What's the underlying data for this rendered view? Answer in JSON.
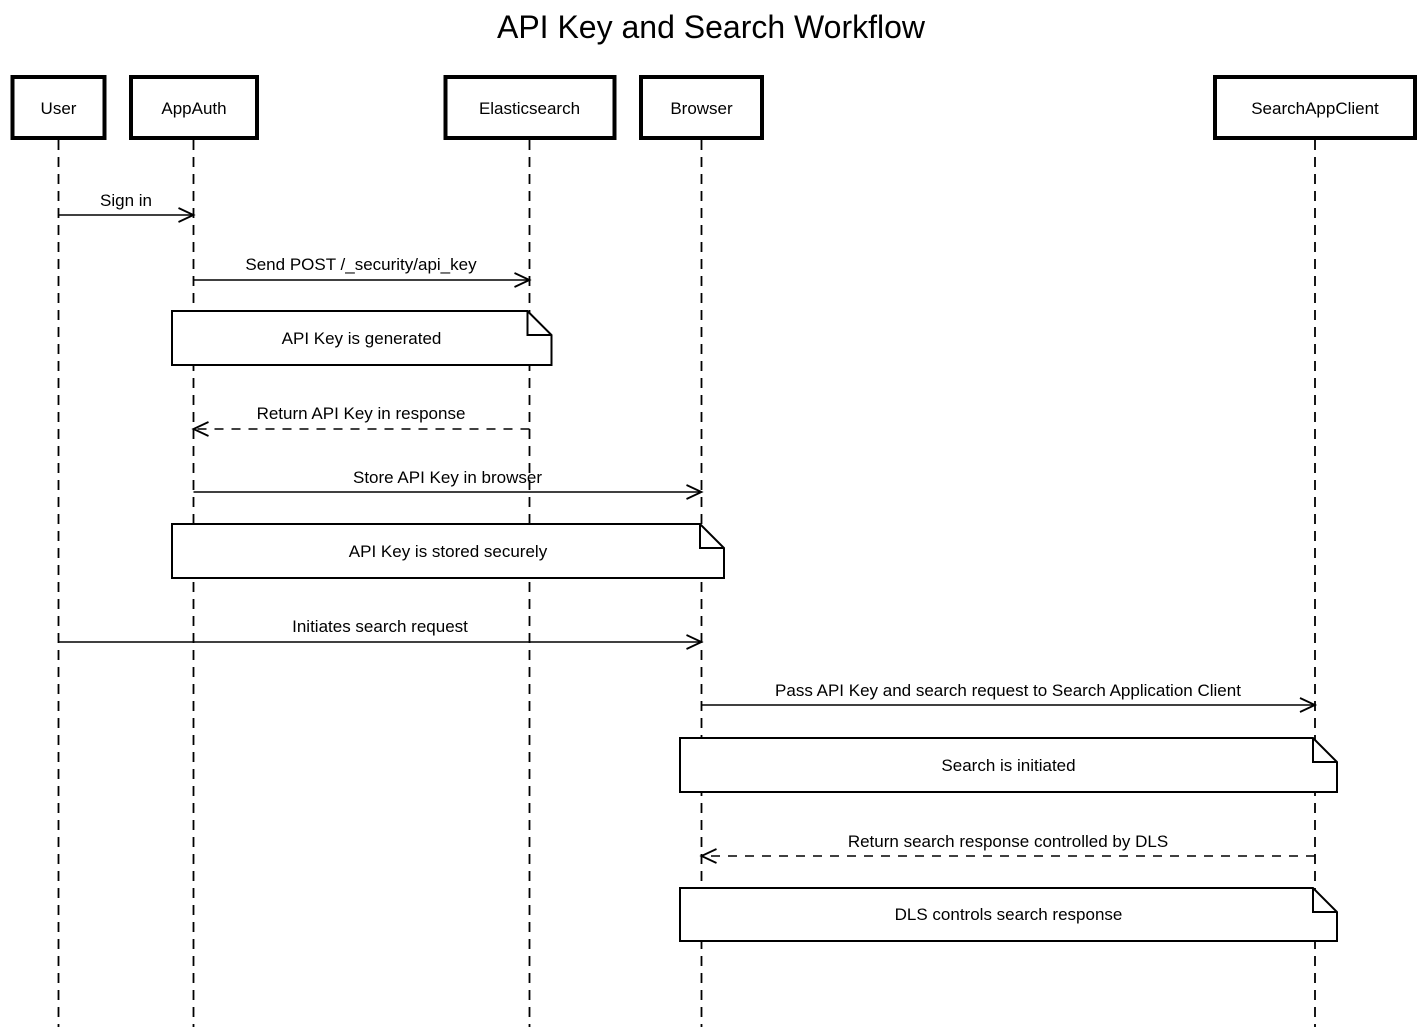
{
  "diagram": {
    "title": "API Key and Search Workflow",
    "type": "sequence-diagram",
    "participants": [
      {
        "id": "user",
        "label": "User"
      },
      {
        "id": "appauth",
        "label": "AppAuth"
      },
      {
        "id": "elasticsearch",
        "label": "Elasticsearch"
      },
      {
        "id": "browser",
        "label": "Browser"
      },
      {
        "id": "searchappclient",
        "label": "SearchAppClient"
      }
    ],
    "messages": [
      {
        "from": "User",
        "to": "AppAuth",
        "style": "solid",
        "label": "Sign in"
      },
      {
        "from": "AppAuth",
        "to": "Elasticsearch",
        "style": "solid",
        "label": "Send POST /_security/api_key"
      },
      {
        "from": "Elasticsearch",
        "to": "AppAuth",
        "style": "dashed",
        "label": "Return API Key in response"
      },
      {
        "from": "AppAuth",
        "to": "Browser",
        "style": "solid",
        "label": "Store API Key in browser"
      },
      {
        "from": "User",
        "to": "Browser",
        "style": "solid",
        "label": "Initiates search request"
      },
      {
        "from": "Browser",
        "to": "SearchAppClient",
        "style": "solid",
        "label": "Pass API Key and search request to Search Application Client"
      },
      {
        "from": "SearchAppClient",
        "to": "Browser",
        "style": "dashed",
        "label": "Return search response controlled by DLS"
      }
    ],
    "notes": [
      {
        "over": "AppAuth,Elasticsearch",
        "label": "API Key is generated"
      },
      {
        "over": "AppAuth,Browser",
        "label": "API Key is stored securely"
      },
      {
        "over": "Browser,SearchAppClient",
        "label": "Search is initiated"
      },
      {
        "over": "Browser,SearchAppClient",
        "label": "DLS controls search response"
      }
    ]
  }
}
